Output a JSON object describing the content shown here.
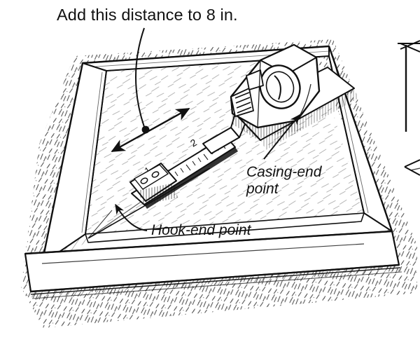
{
  "figure": {
    "kind": "technical-line-drawing",
    "subject": "Measuring a door rough opening diagonally with a tape measure on a wooden frame set in grass",
    "background_color": "#ffffff",
    "ink_color": "#111111"
  },
  "annotations": {
    "main_note": "Add this distance to 8 in.",
    "casing_label_line1": "Casing-end",
    "casing_label_line2": "point",
    "hook_label": "Hook-end point"
  },
  "tape_measure": {
    "blade_tick_numbers": [
      "1",
      "2"
    ],
    "housing": "tape-measure-body",
    "hook": "tape-measure-hook"
  },
  "callouts": [
    {
      "name": "distance-double-arrow",
      "note": "double headed arrow spanning the measured gap with a solid dot at its midpoint"
    },
    {
      "name": "casing-end-leader",
      "note": "curved leader with arrowhead pointing up-left to the casing end of the tape"
    },
    {
      "name": "hook-end-leader",
      "note": "curved leader with arrowhead pointing up-left to the hook end of the tape"
    },
    {
      "name": "right-edge-dimension",
      "note": "partial vertical dimension line with arrowhead, cropped at the right edge"
    }
  ]
}
